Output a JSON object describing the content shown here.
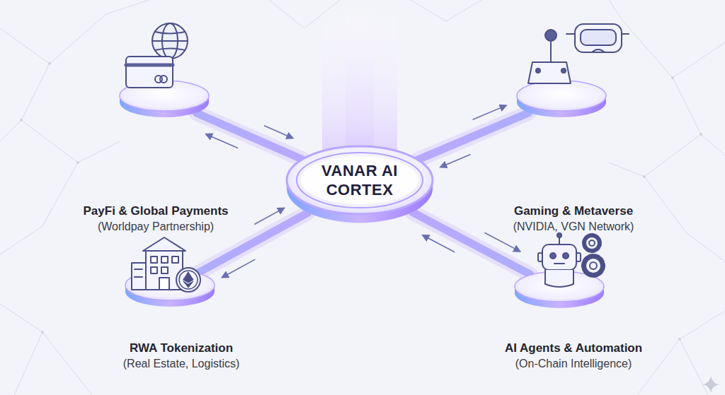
{
  "diagram": {
    "nodes": [
      {
        "text": [
          "PayFi & Global Payments",
          "(Worldpay Partnership)"
        ]
      },
      {
        "text": [
          "Gaming & Metaverse",
          "(NVIDIA, VGN Network)"
        ]
      },
      {
        "text": [
          "VANAR AI CORTEX"
        ]
      },
      {
        "text": [
          "RWA Tokenization",
          "(Real Estate, Logistics)"
        ]
      },
      {
        "text": [
          "AI Agents & Automation",
          "(On-Chain Intelligence)"
        ]
      }
    ],
    "edges": [
      {
        "from": 2,
        "to": 0,
        "arrow": "both"
      },
      {
        "from": 2,
        "to": 1,
        "arrow": "both"
      },
      {
        "from": 2,
        "to": 3,
        "arrow": "both"
      },
      {
        "from": 2,
        "to": 4,
        "arrow": "both"
      }
    ]
  }
}
